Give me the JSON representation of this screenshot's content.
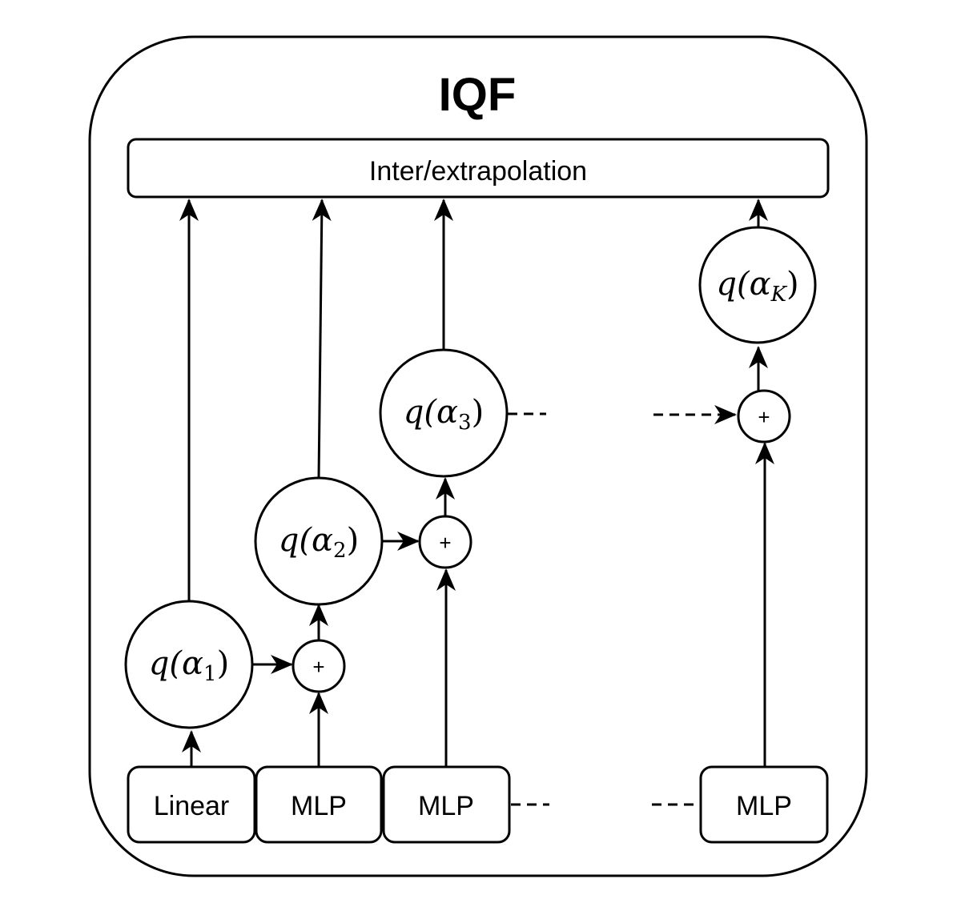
{
  "title": "IQF",
  "top_box": {
    "label": "Inter/extrapolation"
  },
  "bottom_blocks": [
    {
      "label": "Linear"
    },
    {
      "label": "MLP"
    },
    {
      "label": "MLP"
    },
    {
      "label": "MLP"
    }
  ],
  "nodes": [
    {
      "func": "q(",
      "var": "α",
      "sub": "1",
      "close": ")"
    },
    {
      "func": "q(",
      "var": "α",
      "sub": "2",
      "close": ")"
    },
    {
      "func": "q(",
      "var": "α",
      "sub": "3",
      "close": ")"
    },
    {
      "func": "q(",
      "var": "α",
      "sub": "K",
      "close": ")"
    }
  ],
  "adders": [
    {
      "symbol": "+"
    },
    {
      "symbol": "+"
    },
    {
      "symbol": "+"
    }
  ]
}
